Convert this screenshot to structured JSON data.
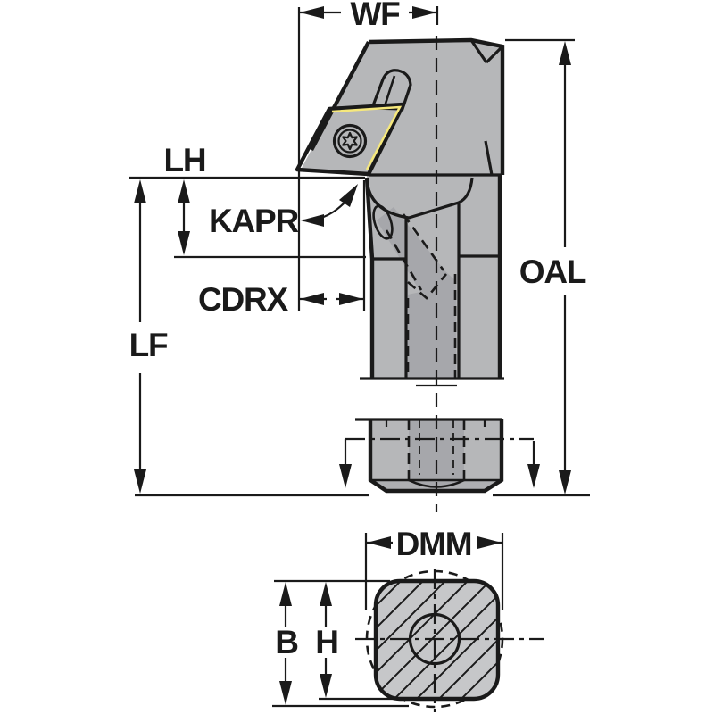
{
  "figure": {
    "type": "technical dimension drawing",
    "subject": "Turning tool holder with indexable insert - front view with coolant channel, clamping end detail, and shank cross-section",
    "dimension_labels": {
      "wf": "WF",
      "oal": "OAL",
      "lh": "LH",
      "kapr": "KAPR",
      "cdrx": "CDRX",
      "lf": "LF",
      "dmm": "DMM",
      "b": "B",
      "h": "H"
    },
    "colors": {
      "background": "#ffffff",
      "line": "#1a1a1a",
      "tool_body": "#b6b7b9",
      "tool_body_dark": "#aeafb2",
      "coolant_channel": "#a6a7ab",
      "section_face": "#c6c7c9",
      "section_bore": "#b2b3b7",
      "insert": "#ffd900",
      "insert_highlight": "#f6e87c",
      "screw": "#b7b8ba"
    }
  }
}
